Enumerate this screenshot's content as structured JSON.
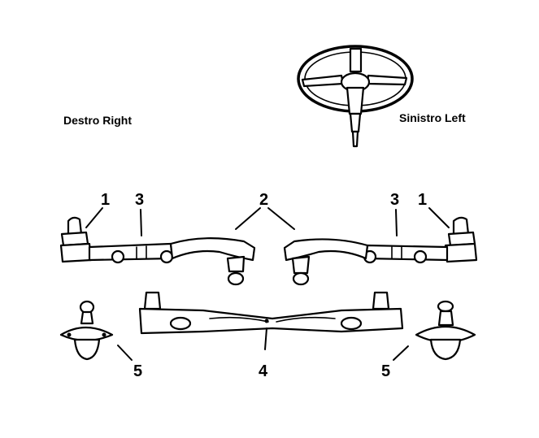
{
  "labels": {
    "right_side": "Destro Right",
    "left_side": "Sinistro Left"
  },
  "callouts": {
    "tie_rod_end_right": "1",
    "adjusting_sleeve_right": "3",
    "tie_rod_end_left": "1",
    "adjusting_sleeve_left": "3",
    "outer_rods": "2",
    "center_link": "4",
    "idler_joint_right": "5",
    "idler_joint_left": "5"
  }
}
